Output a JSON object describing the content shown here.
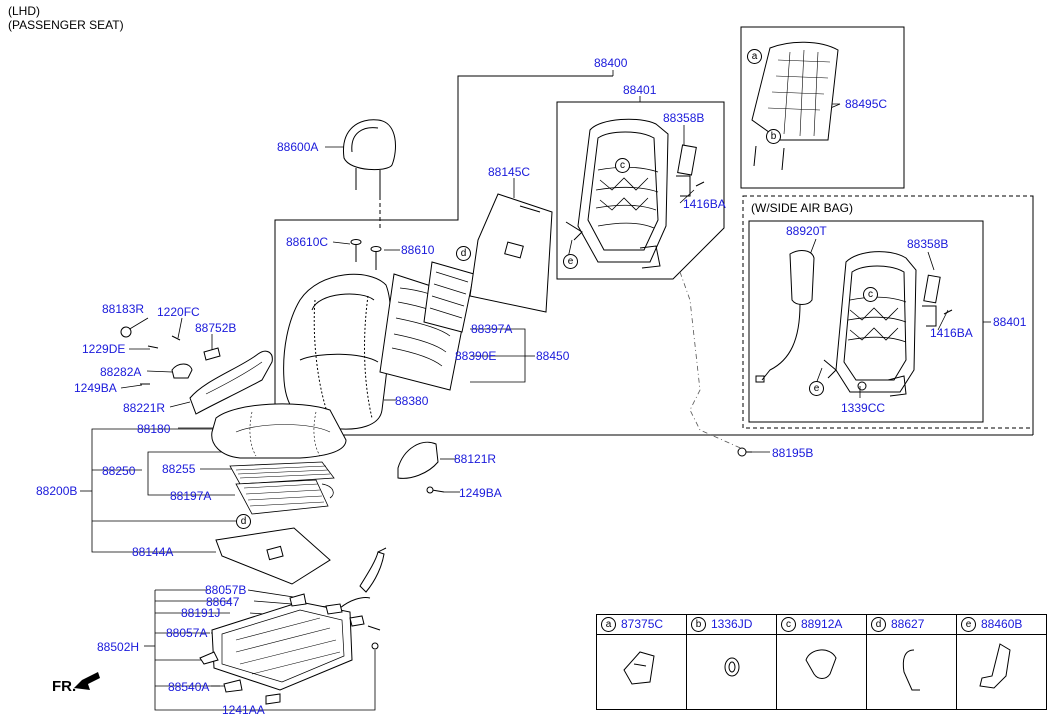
{
  "header": {
    "line1": "(LHD)",
    "line2": "(PASSENGER SEAT)"
  },
  "variant_label": "(W/SIDE AIR BAG)",
  "direction_label": "FR.",
  "parts": {
    "p88400": "88400",
    "p88401_top": "88401",
    "p88358B_top": "88358B",
    "p88495C": "88495C",
    "p88600A": "88600A",
    "p88145C": "88145C",
    "p1416BA_top": "1416BA",
    "p88610C": "88610C",
    "p88610": "88610",
    "p88920T": "88920T",
    "p88358B_ab": "88358B",
    "p88401_ab": "88401",
    "p1416BA_ab": "1416BA",
    "p1339CC": "1339CC",
    "p88183R": "88183R",
    "p1220FC": "1220FC",
    "p88752B": "88752B",
    "p1229DE": "1229DE",
    "p88282A": "88282A",
    "p1249BA_left": "1249BA",
    "p88221R": "88221R",
    "p88397A": "88397A",
    "p88390E": "88390E",
    "p88450": "88450",
    "p88380": "88380",
    "p88180": "88180",
    "p88250": "88250",
    "p88255": "88255",
    "p88200B": "88200B",
    "p88197A": "88197A",
    "p88121R": "88121R",
    "p1249BA_right": "1249BA",
    "p88195B": "88195B",
    "p88144A": "88144A",
    "p88057B": "88057B",
    "p88647": "88647",
    "p88191J": "88191J",
    "p88057A": "88057A",
    "p88502H": "88502H",
    "p88540A": "88540A",
    "p1241AA": "1241AA"
  },
  "callouts": {
    "a": "a",
    "b": "b",
    "c": "c",
    "d": "d",
    "e": "e"
  },
  "legend": [
    {
      "letter": "a",
      "code": "87375C",
      "icon": "clip-bracket-icon"
    },
    {
      "letter": "b",
      "code": "1336JD",
      "icon": "grommet-icon"
    },
    {
      "letter": "c",
      "code": "88912A",
      "icon": "push-clip-icon"
    },
    {
      "letter": "d",
      "code": "88627",
      "icon": "wire-hook-icon"
    },
    {
      "letter": "e",
      "code": "88460B",
      "icon": "j-hook-icon"
    }
  ],
  "colors": {
    "part_label": "#1a1adb",
    "line": "#000000",
    "dashed_leader": "#555555"
  }
}
